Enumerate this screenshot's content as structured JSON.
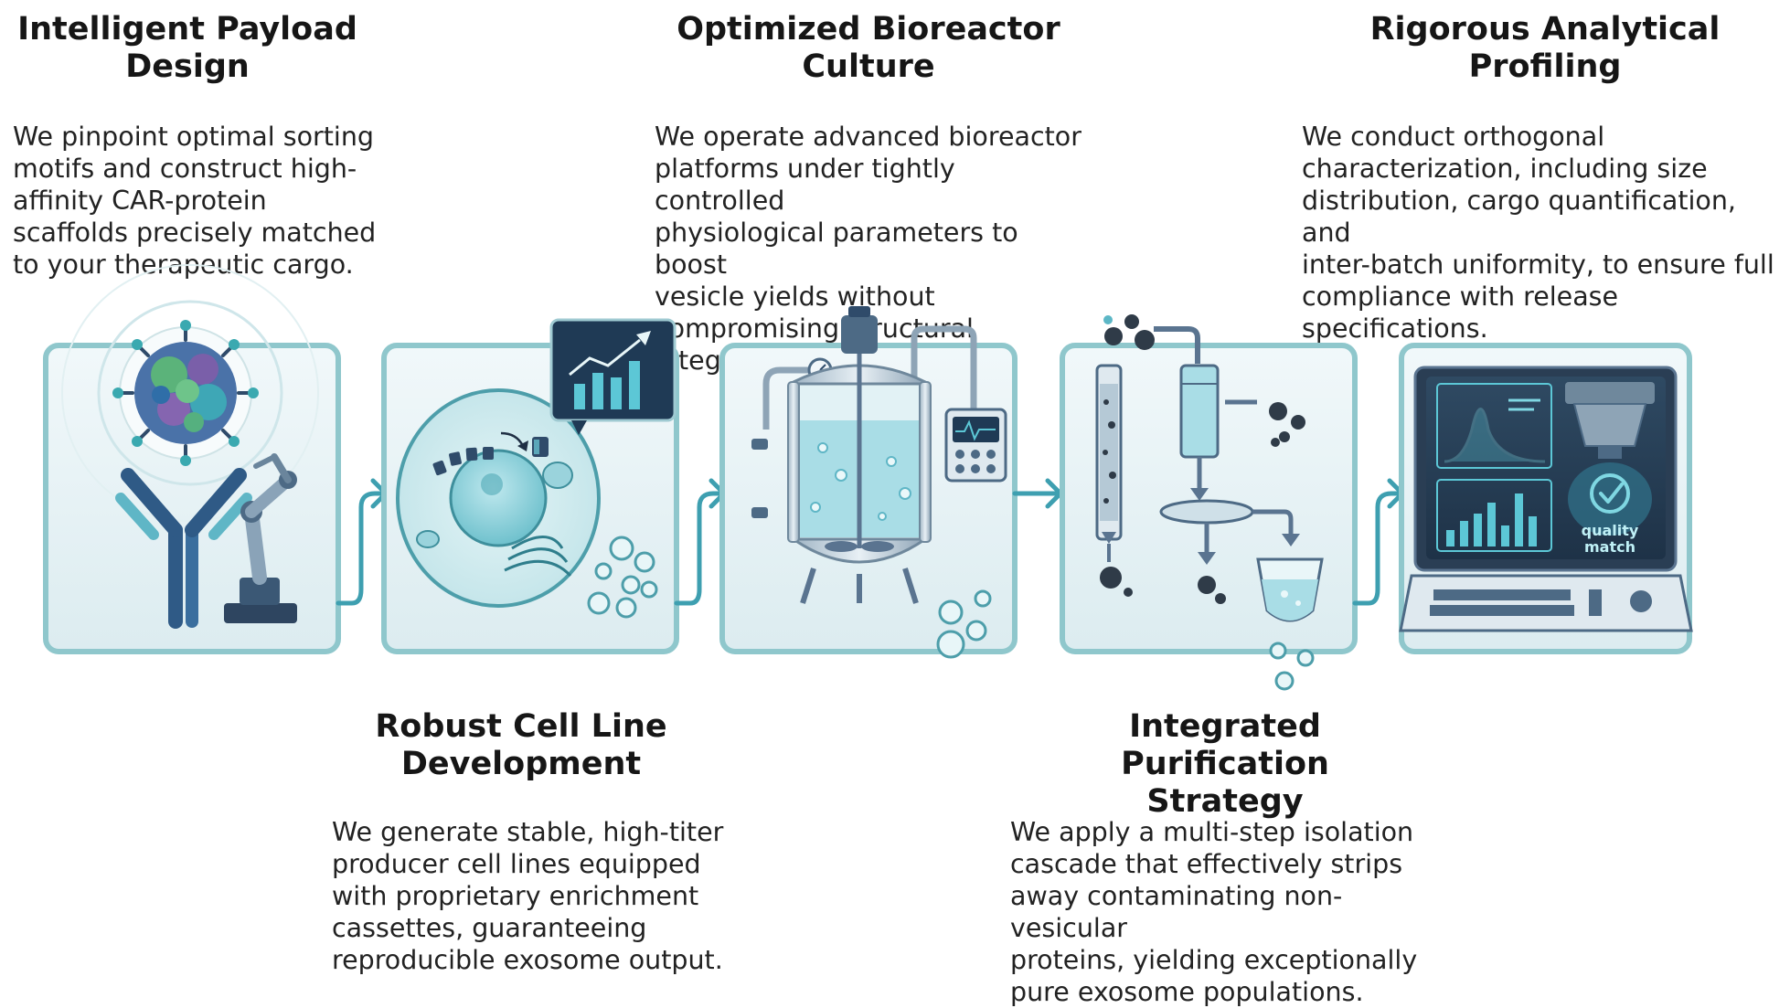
{
  "steps": [
    {
      "title": "Intelligent Payload\nDesign",
      "description": "We pinpoint optimal sorting\nmotifs and construct high-\naffinity CAR-protein\nscaffolds precisely matched\nto your therapeutic cargo."
    },
    {
      "title": "Robust Cell Line\nDevelopment",
      "description": "We generate stable, high-titer\nproducer cell lines equipped\nwith proprietary enrichment\ncassettes, guaranteeing\nreproducible exosome output."
    },
    {
      "title": "Optimized Bioreactor\nCulture",
      "description": "We operate advanced bioreactor\nplatforms under tightly controlled\nphysiological parameters to boost\nvesicle yields without\ncompromising structural integrity."
    },
    {
      "title": "Integrated Purification\nStrategy",
      "description": "We apply a multi-step isolation\ncascade that effectively strips\naway contaminating non-vesicular\nproteins, yielding exceptionally\npure exosome populations."
    },
    {
      "title": "Rigorous Analytical\nProfiling",
      "description": "We conduct orthogonal\ncharacterization, including size\ndistribution, cargo quantification, and\ninter-batch uniformity, to ensure full\ncompliance with release specifications."
    }
  ],
  "monitor_badge": {
    "line1": "quality",
    "line2": "match"
  },
  "colors": {
    "frame": "#8fc7cc",
    "teal": "#2e8da0",
    "dark": "#2b3d52",
    "light_fill": "#e5f3f5",
    "liquid": "#a9dde6"
  }
}
